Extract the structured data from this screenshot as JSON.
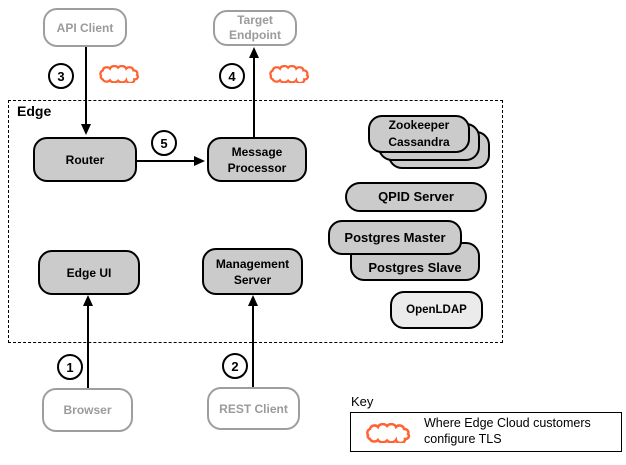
{
  "diagram": {
    "edge_container_label": "Edge",
    "nodes": {
      "api_client": "API Client",
      "target_endpoint": "Target Endpoint",
      "router": "Router",
      "message_processor": "Message Processor",
      "zookeeper": "Zookeeper",
      "cassandra": "Cassandra",
      "qpid_server": "QPID Server",
      "postgres_master": "Postgres Master",
      "postgres_slave": "Postgres Slave",
      "openldap": "OpenLDAP",
      "edge_ui": "Edge UI",
      "management_server": "Management Server",
      "browser": "Browser",
      "rest_client": "REST Client"
    },
    "steps": {
      "one": "1",
      "two": "2",
      "three": "3",
      "four": "4",
      "five": "5"
    },
    "key": {
      "title": "Key",
      "cloud_meaning": "Where Edge Cloud customers configure TLS"
    },
    "colors": {
      "cloud_stroke": "#FF6333",
      "node_fill": "#cbcbcb",
      "openldap_fill": "#ebebeb",
      "client_gray": "#9e9e9e"
    }
  }
}
